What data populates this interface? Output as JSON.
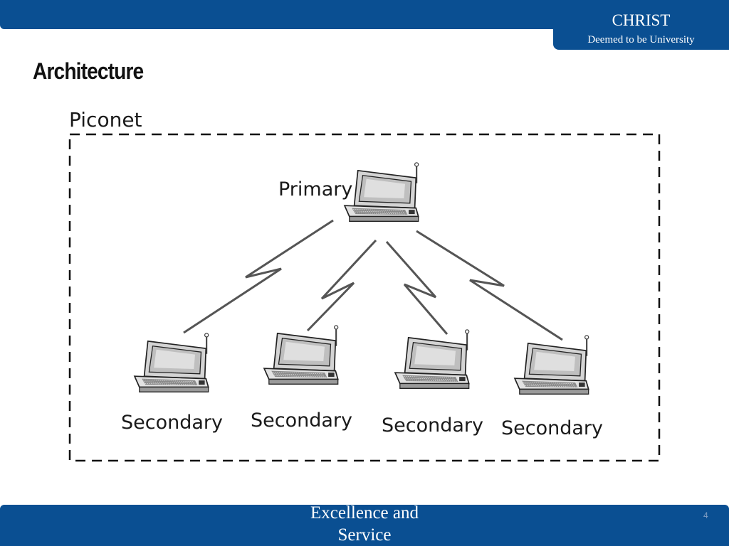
{
  "header": {
    "brand_name": "CHRIST",
    "brand_sub": "Deemed to be University"
  },
  "slide": {
    "title": "Architecture"
  },
  "diagram": {
    "group_label": "Piconet",
    "primary": {
      "label": "Primary",
      "icon": "laptop-icon"
    },
    "secondaries": [
      {
        "label": "Secondary",
        "icon": "laptop-icon"
      },
      {
        "label": "Secondary",
        "icon": "laptop-icon"
      },
      {
        "label": "Secondary",
        "icon": "laptop-icon"
      },
      {
        "label": "Secondary",
        "icon": "laptop-icon"
      }
    ],
    "link_icon": "wireless-link-icon"
  },
  "footer": {
    "line1": "Excellence and",
    "line2": "Service",
    "page_number": "4"
  },
  "colors": {
    "brand_blue": "#0a4f92",
    "text": "#111111"
  }
}
